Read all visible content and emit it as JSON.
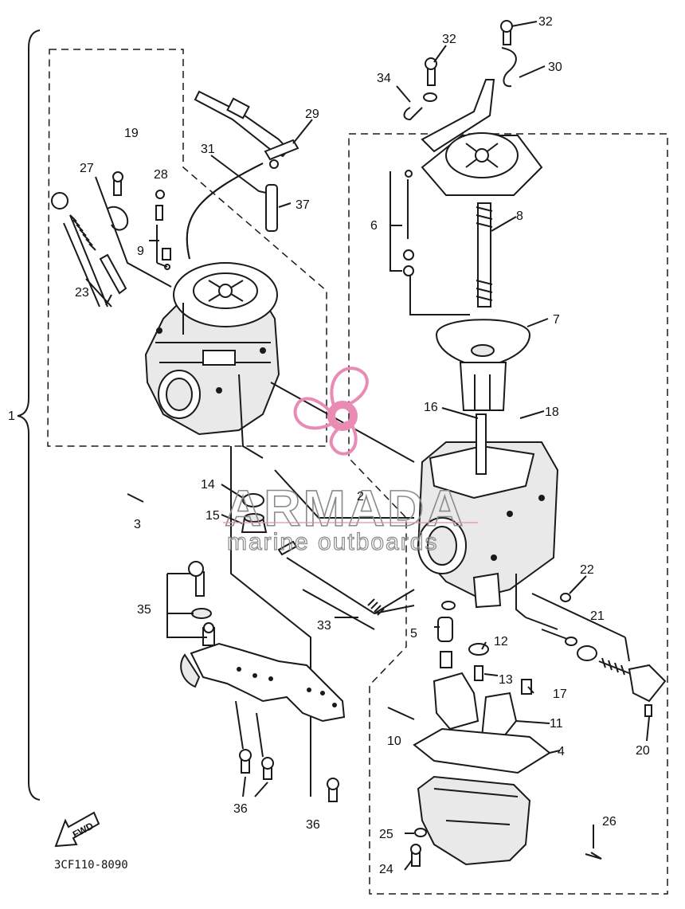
{
  "diagram": {
    "figure_code": "3CF110-8090",
    "direction_label": "FWD",
    "watermark": {
      "brand": "ARMADA",
      "subtitle": "marine outboards",
      "accent": "#e98bb5"
    },
    "callouts": [
      {
        "id": "c1",
        "label": "1"
      },
      {
        "id": "c2",
        "label": "2"
      },
      {
        "id": "c3",
        "label": "3"
      },
      {
        "id": "c4",
        "label": "4"
      },
      {
        "id": "c5",
        "label": "5"
      },
      {
        "id": "c6",
        "label": "6"
      },
      {
        "id": "c7",
        "label": "7"
      },
      {
        "id": "c8",
        "label": "8"
      },
      {
        "id": "c9",
        "label": "9"
      },
      {
        "id": "c10",
        "label": "10"
      },
      {
        "id": "c11",
        "label": "11"
      },
      {
        "id": "c12",
        "label": "12"
      },
      {
        "id": "c13",
        "label": "13"
      },
      {
        "id": "c14",
        "label": "14"
      },
      {
        "id": "c15",
        "label": "15"
      },
      {
        "id": "c16",
        "label": "16"
      },
      {
        "id": "c17",
        "label": "17"
      },
      {
        "id": "c18",
        "label": "18"
      },
      {
        "id": "c19",
        "label": "19"
      },
      {
        "id": "c20",
        "label": "20"
      },
      {
        "id": "c21",
        "label": "21"
      },
      {
        "id": "c22",
        "label": "22"
      },
      {
        "id": "c23",
        "label": "23"
      },
      {
        "id": "c24",
        "label": "24"
      },
      {
        "id": "c25",
        "label": "25"
      },
      {
        "id": "c26",
        "label": "26"
      },
      {
        "id": "c27",
        "label": "27"
      },
      {
        "id": "c28",
        "label": "28"
      },
      {
        "id": "c29",
        "label": "29"
      },
      {
        "id": "c30",
        "label": "30"
      },
      {
        "id": "c31",
        "label": "31"
      },
      {
        "id": "c32a",
        "label": "32"
      },
      {
        "id": "c32b",
        "label": "32"
      },
      {
        "id": "c33",
        "label": "33"
      },
      {
        "id": "c34",
        "label": "34"
      },
      {
        "id": "c35",
        "label": "35"
      },
      {
        "id": "c36a",
        "label": "36"
      },
      {
        "id": "c36b",
        "label": "36"
      },
      {
        "id": "c37",
        "label": "37"
      }
    ]
  }
}
